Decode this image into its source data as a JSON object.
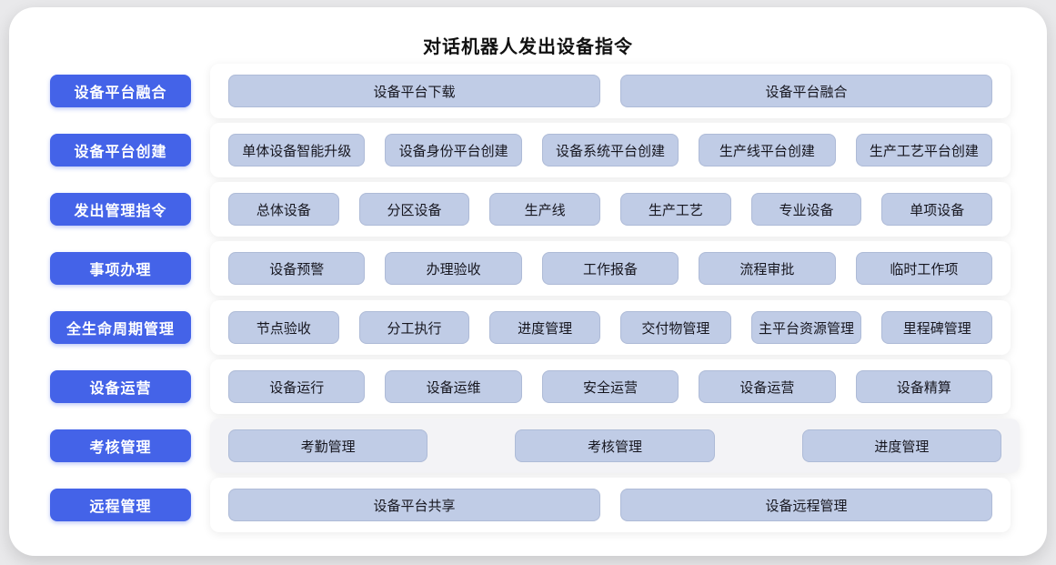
{
  "title": "对话机器人发出设备指令",
  "colors": {
    "category_button": "#4463e8",
    "category_text": "#ffffff",
    "item_button": "#c0cce6",
    "item_text": "#16161f",
    "panel_default": "#ffffff",
    "panel_gray": "#f3f3f6",
    "page_background": "#e9e9eb"
  },
  "rows": [
    {
      "label": "设备平台融合",
      "variant": "default",
      "items": [
        "设备平台下载",
        "设备平台融合"
      ]
    },
    {
      "label": "设备平台创建",
      "variant": "default",
      "items": [
        "单体设备智能升级",
        "设备身份平台创建",
        "设备系统平台创建",
        "生产线平台创建",
        "生产工艺平台创建"
      ]
    },
    {
      "label": "发出管理指令",
      "variant": "default",
      "items": [
        "总体设备",
        "分区设备",
        "生产线",
        "生产工艺",
        "专业设备",
        "单项设备"
      ]
    },
    {
      "label": "事项办理",
      "variant": "default",
      "items": [
        "设备预警",
        "办理验收",
        "工作报备",
        "流程审批",
        "临时工作项"
      ]
    },
    {
      "label": "全生命周期管理",
      "variant": "default",
      "items": [
        "节点验收",
        "分工执行",
        "进度管理",
        "交付物管理",
        "主平台资源管理",
        "里程碑管理"
      ]
    },
    {
      "label": "设备运营",
      "variant": "default",
      "items": [
        "设备运行",
        "设备运维",
        "安全运营",
        "设备运营",
        "设备精算"
      ]
    },
    {
      "label": "考核管理",
      "variant": "gray",
      "items": [
        "考勤管理",
        "考核管理",
        "进度管理"
      ]
    },
    {
      "label": "远程管理",
      "variant": "default",
      "items": [
        "设备平台共享",
        "设备远程管理"
      ]
    }
  ]
}
